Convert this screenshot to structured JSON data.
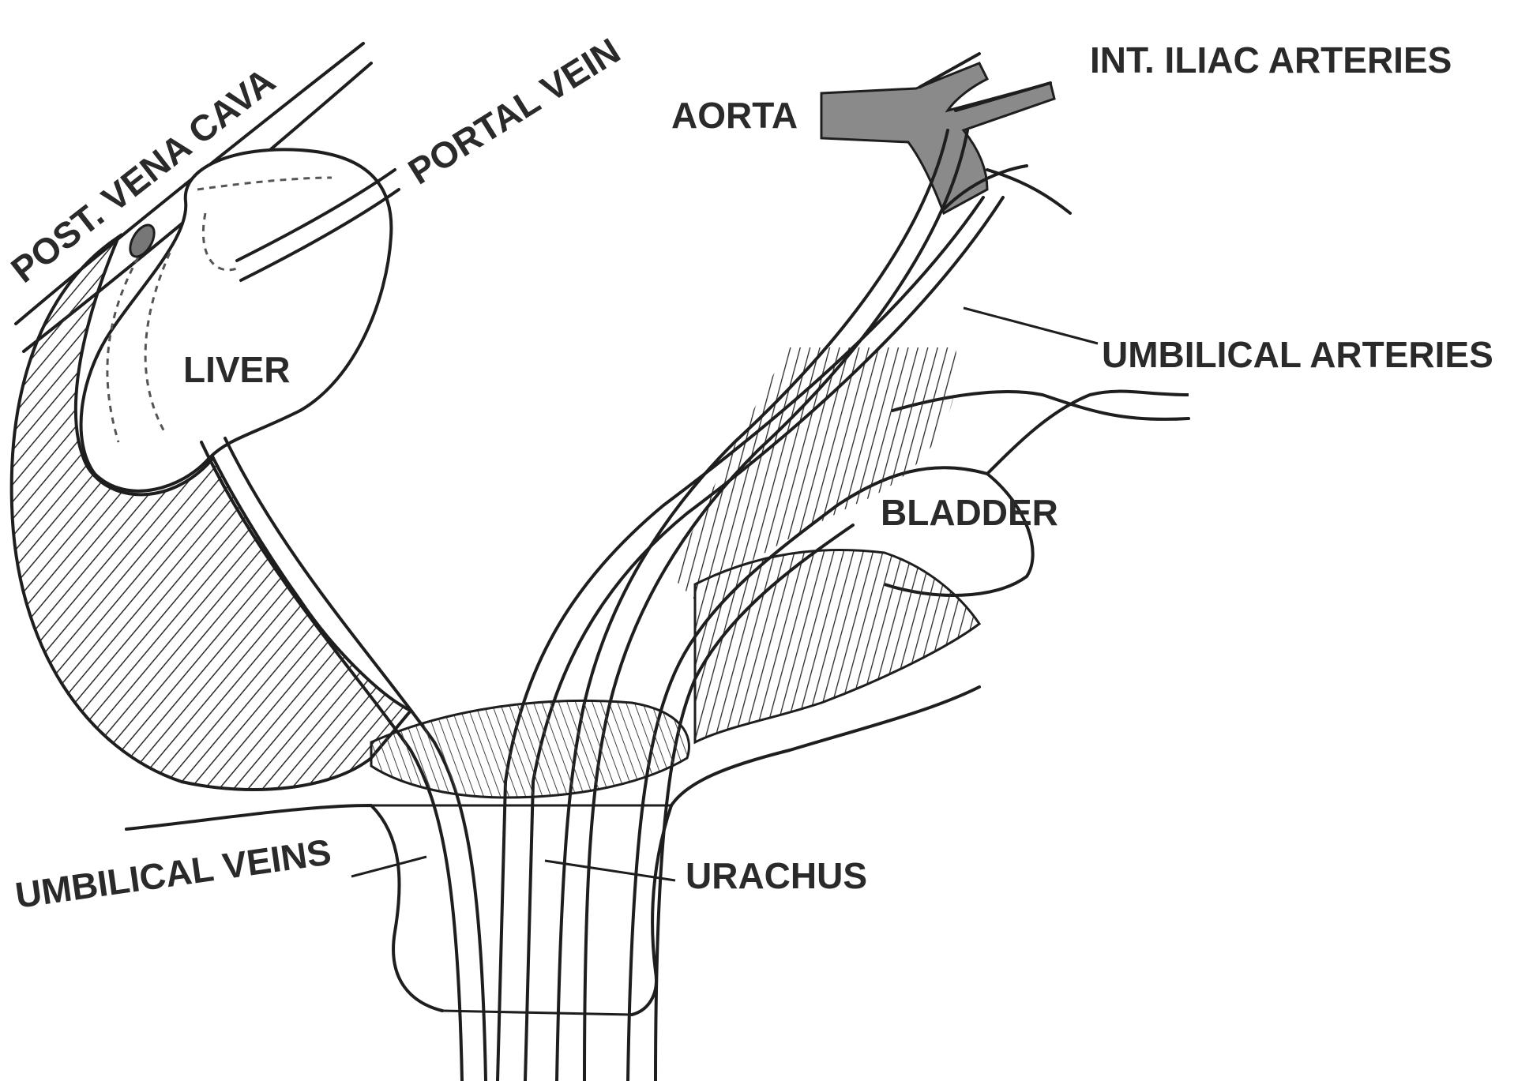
{
  "labels": {
    "post_vena_cava": "POST. VENA CAVA",
    "portal_vein": "PORTAL VEIN",
    "aorta": "AORTA",
    "int_iliac_arteries": "INT. ILIAC ARTERIES",
    "liver": "LIVER",
    "umbilical_arteries": "UMBILICAL ARTERIES",
    "bladder": "BLADDER",
    "umbilical_veins": "UMBILICAL VEINS",
    "urachus": "URACHUS"
  },
  "colors": {
    "ink": "#1e1e1e",
    "aorta_fill": "#8a8a8a",
    "hatch": "#2a2a2a",
    "background": "#ffffff"
  }
}
